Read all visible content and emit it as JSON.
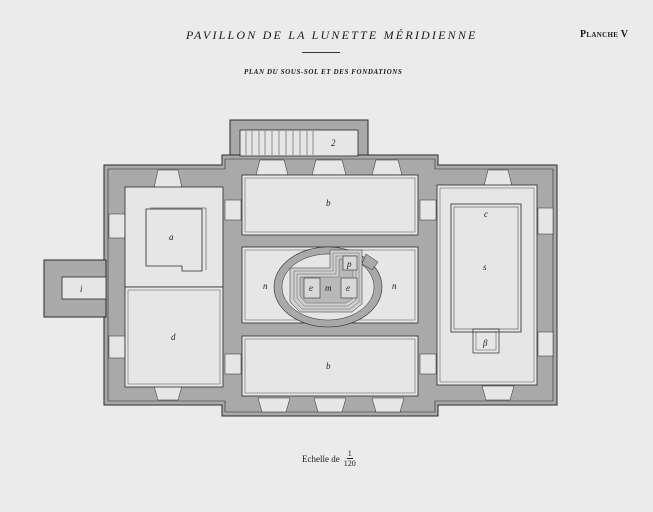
{
  "header": {
    "title": "PAVILLON DE LA LUNETTE MÉRIDIENNE",
    "plate": "Planche V",
    "subtitle": "PLAN DU SOUS-SOL ET DES FONDATIONS"
  },
  "plan": {
    "room_labels": {
      "stair": "2",
      "annex": "i",
      "a": "a",
      "d": "d",
      "b_top": "b",
      "b_bottom": "b",
      "n_left": "n",
      "n_right": "n",
      "m": "m",
      "e_left": "e",
      "e_right": "e",
      "p": "p",
      "c": "c",
      "s": "s",
      "beta": "β"
    },
    "colors": {
      "paper": "#ebebeb",
      "wall": "#a9a9a9",
      "room": "#e6e6e6",
      "line": "#2a2a2a"
    }
  },
  "footer": {
    "scale_label": "Echelle de",
    "scale_num": "1",
    "scale_den": "120"
  }
}
